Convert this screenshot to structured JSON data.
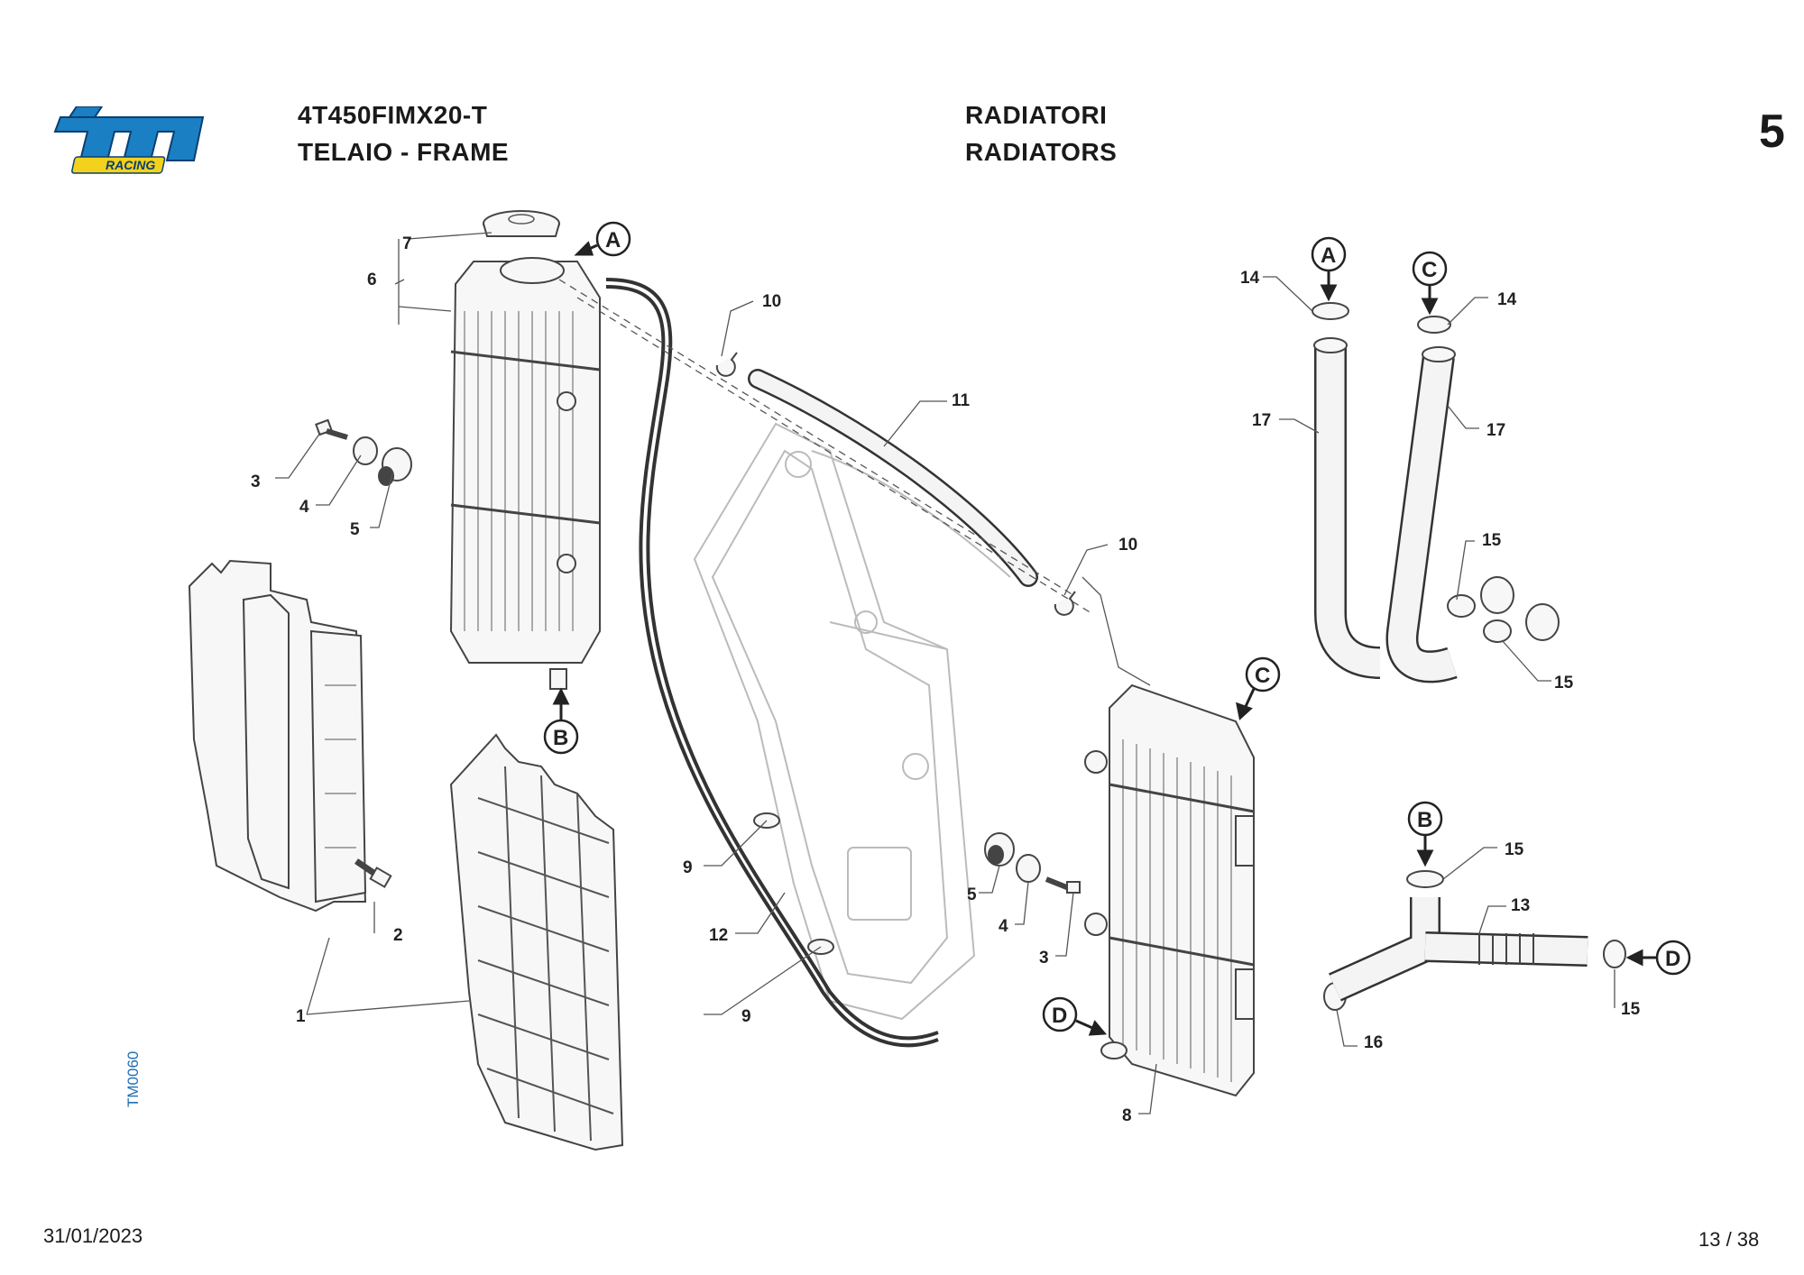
{
  "header": {
    "model": "4T450FIMX20-T",
    "group_it": "TELAIO - FRAME",
    "title_it": "RADIATORI",
    "title_en": "RADIATORS",
    "table_number": "5"
  },
  "logo": {
    "text": "tm",
    "subtext": "RACING",
    "colors": {
      "main": "#1b7fc4",
      "sub": "#f2d21c"
    }
  },
  "drawing_code": "TM0060",
  "footer": {
    "date": "31/01/2023",
    "page": "13 / 38"
  },
  "callouts": {
    "n1": "1",
    "n2": "2",
    "n3a": "3",
    "n3b": "3",
    "n4a": "4",
    "n4b": "4",
    "n5a": "5",
    "n5b": "5",
    "n6": "6",
    "n7": "7",
    "n8": "8",
    "n9a": "9",
    "n9b": "9",
    "n10a": "10",
    "n10b": "10",
    "n11": "11",
    "n12": "12",
    "n13": "13",
    "n14a": "14",
    "n14b": "14",
    "n15a": "15",
    "n15b": "15",
    "n15c": "15",
    "n15d": "15",
    "n16": "16",
    "n17a": "17",
    "n17b": "17"
  },
  "connectors": {
    "A1": "A",
    "A2": "A",
    "B1": "B",
    "B2": "B",
    "C1": "C",
    "C2": "C",
    "D1": "D",
    "D2": "D"
  }
}
